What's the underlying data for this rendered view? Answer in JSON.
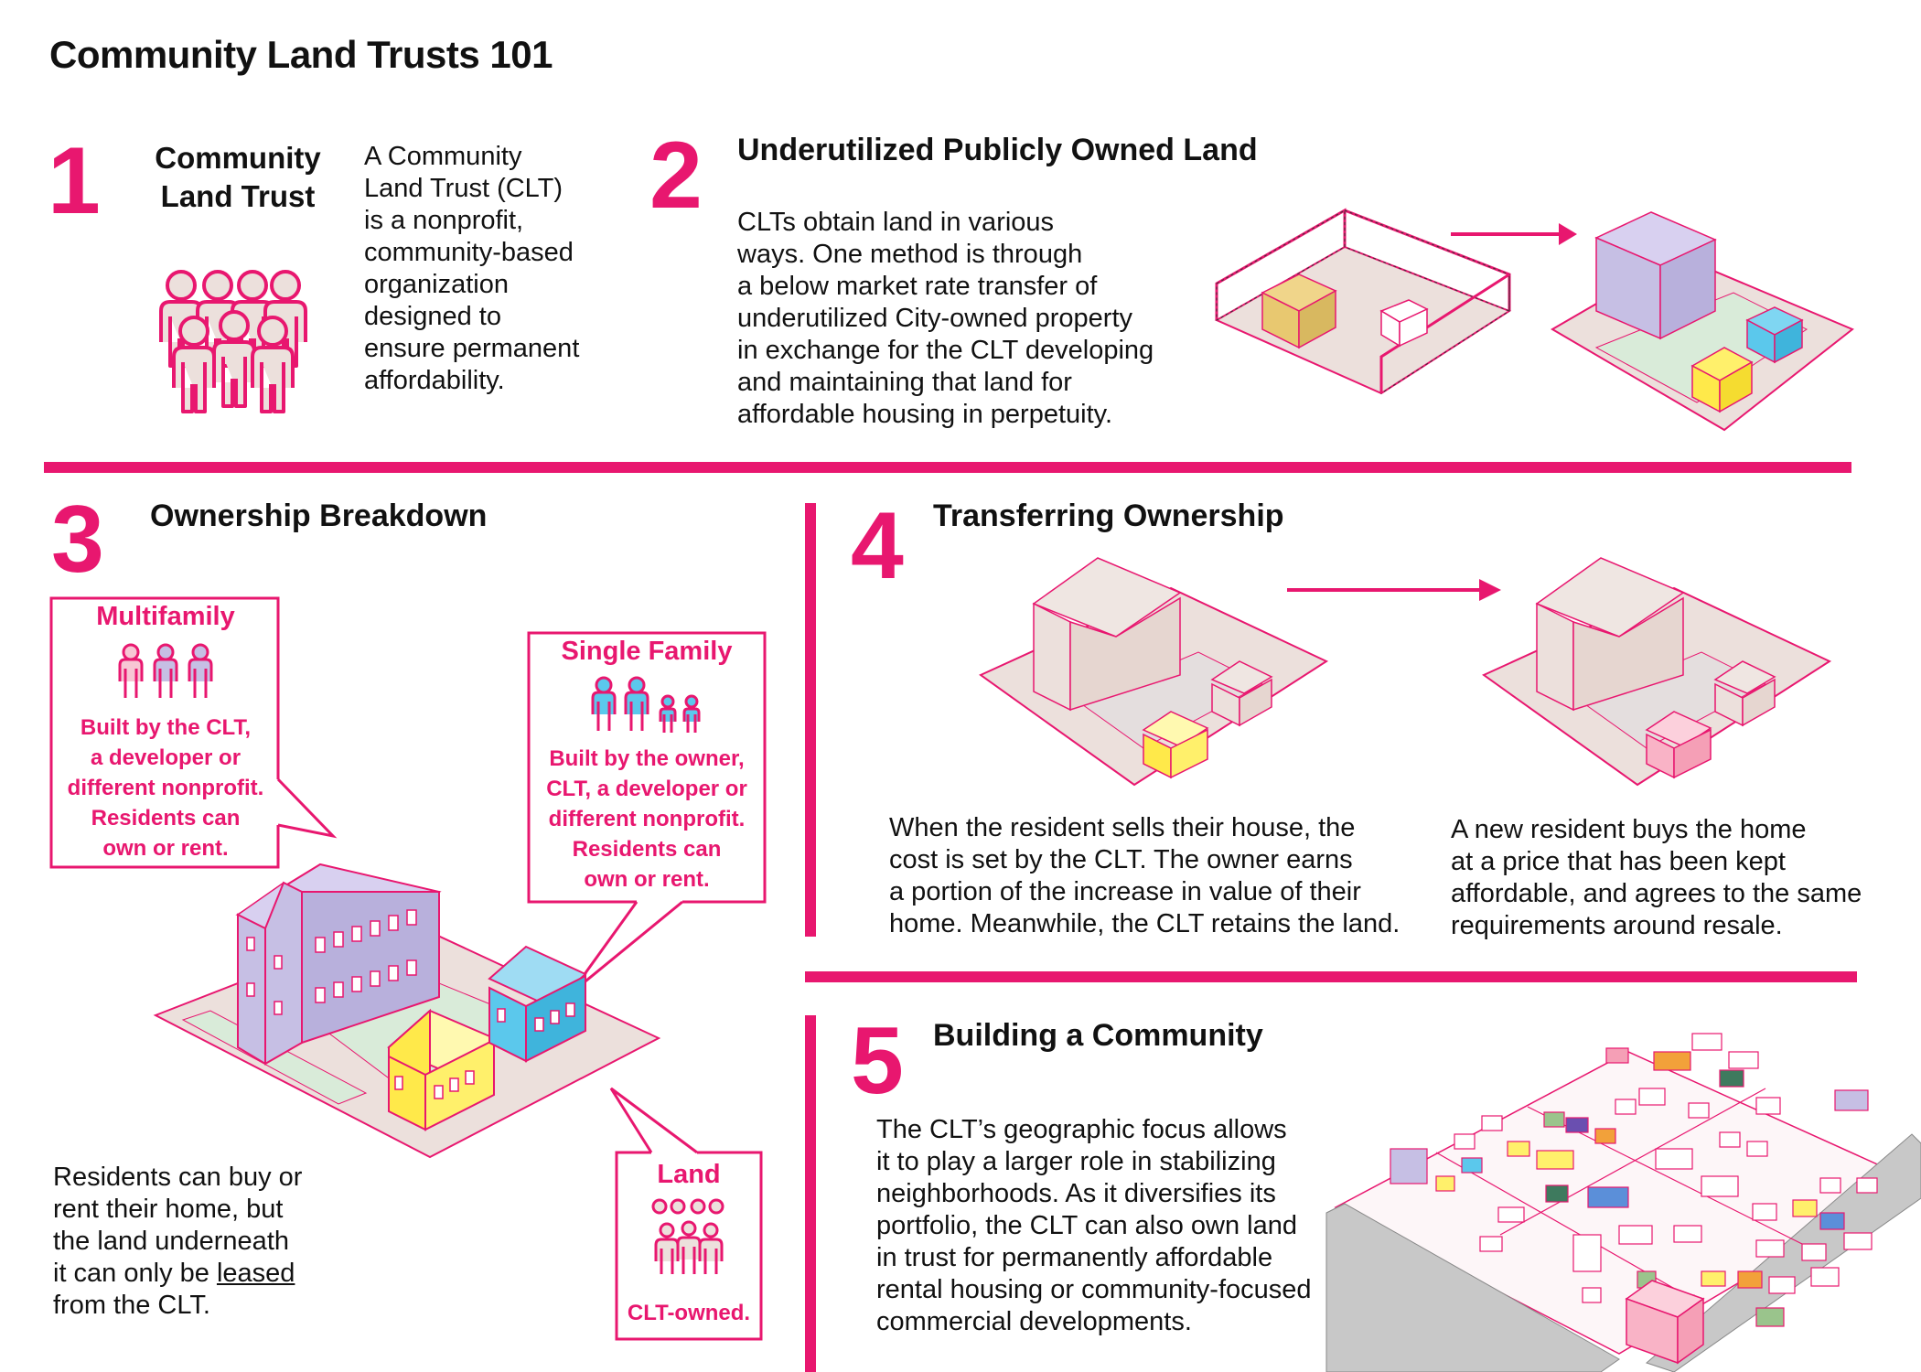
{
  "title": "Community Land Trusts 101",
  "colors": {
    "accent": "#e8176f",
    "purple": "#c6bfe4",
    "yellow": "#fff06b",
    "blue": "#5bc8ec",
    "ground": "#ece0dc",
    "pink_house": "#f9b3c6"
  },
  "sections": {
    "s1": {
      "number": "1",
      "title_line1": "Community",
      "title_line2": "Land Trust",
      "text_lines": [
        "A Community",
        "Land Trust (CLT)",
        "is a nonprofit,",
        "community-based",
        "organization",
        "designed to",
        "ensure permanent",
        "affordability."
      ],
      "icon": "people-group-icon"
    },
    "s2": {
      "number": "2",
      "title": "Underutilized Publicly Owned Land",
      "text_lines": [
        "CLTs obtain land in various",
        "ways. One method is through",
        "a below market rate transfer of",
        "underutilized City-owned property",
        "in exchange for the CLT developing",
        "and maintaining that land for",
        "affordable housing in perpetuity."
      ]
    },
    "s3": {
      "number": "3",
      "title": "Ownership Breakdown",
      "multifamily": {
        "title": "Multifamily",
        "lines": [
          "Built by the CLT,",
          "a developer or",
          "different nonprofit.",
          "Residents can",
          "own or rent."
        ]
      },
      "single_family": {
        "title": "Single Family",
        "lines": [
          "Built by the owner,",
          "CLT, a developer or",
          "different nonprofit.",
          "Residents can",
          "own or rent."
        ]
      },
      "land": {
        "title": "Land",
        "body": "CLT-owned."
      },
      "text_lines": [
        "Residents can buy or",
        "rent their home, but",
        "the land underneath",
        "from the CLT."
      ],
      "text_line4_prefix": "it can only be ",
      "text_line4_link": "leased"
    },
    "s4": {
      "number": "4",
      "title": "Transferring Ownership",
      "left_lines": [
        "When the resident sells their house, the",
        "cost is set by the CLT. The owner earns",
        "a portion of the increase in value of their",
        "home. Meanwhile, the CLT retains the land."
      ],
      "right_lines": [
        "A new resident buys the home",
        "at a price that has been kept",
        "affordable, and agrees to the same",
        "requirements around resale."
      ]
    },
    "s5": {
      "number": "5",
      "title": "Building a Community",
      "text_lines": [
        "The CLT’s geographic focus allows",
        "it to play a larger role in stabilizing",
        "neighborhoods. As it diversifies its",
        "portfolio, the CLT can also own land",
        "in trust for permanently affordable",
        "rental housing or community-focused",
        "commercial developments."
      ]
    }
  }
}
